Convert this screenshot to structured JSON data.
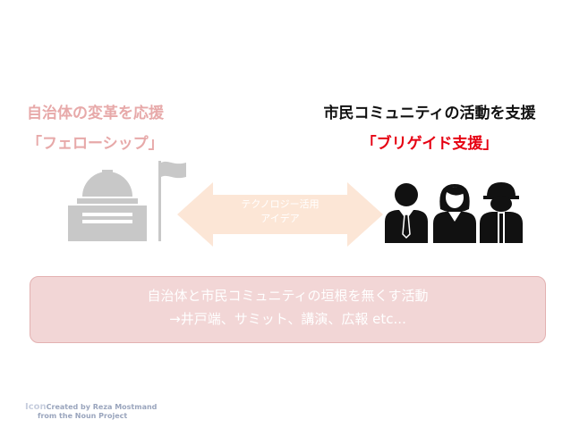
{
  "left": {
    "title": "自治体の変革を応援",
    "subtitle": "「フェローシップ」"
  },
  "right": {
    "title": "市民コミュニティの活動を支援",
    "subtitle": "「ブリゲイド支援」"
  },
  "arrow": {
    "line1": "テクノロジー活用",
    "line2": "アイデア"
  },
  "band": {
    "line1": "自治体と市民コミュニティの垣根を無くす活動",
    "line2": "→井戸端、サミット、講演、広報 etc..."
  },
  "credit": {
    "icon_word": "Icon",
    "line1": "Created by Reza Mostmand",
    "line2": "from the Noun Project"
  },
  "colors": {
    "left_text": "#e7a9a9",
    "right_title": "#111111",
    "right_subtitle": "#e60012",
    "arrow_fill": "#fce6d6",
    "band_fill": "#f2d6d6",
    "building_gray": "#c8c8c8",
    "people_black": "#111111"
  },
  "icons": [
    "government-building-icon",
    "flag-icon",
    "citizen-man-icon",
    "citizen-woman-icon",
    "worker-helmet-icon"
  ]
}
